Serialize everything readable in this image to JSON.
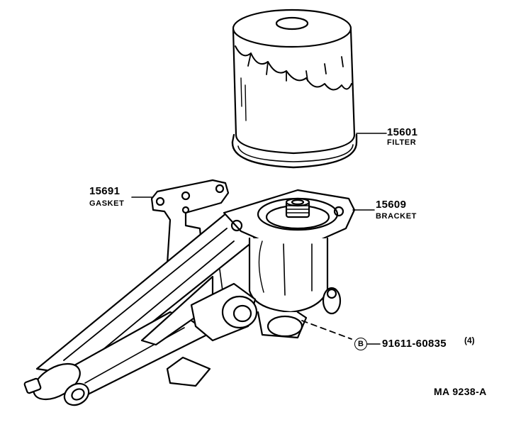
{
  "parts": [
    {
      "part_number": "15601",
      "name": "FILTER"
    },
    {
      "part_number": "15691",
      "name": "GASKET"
    },
    {
      "part_number": "15609",
      "name": "BRACKET"
    }
  ],
  "bolt": {
    "badge": "B",
    "part_number": "91611-60835",
    "quantity": "(4)"
  },
  "figure_ref": "MA 9238-A"
}
